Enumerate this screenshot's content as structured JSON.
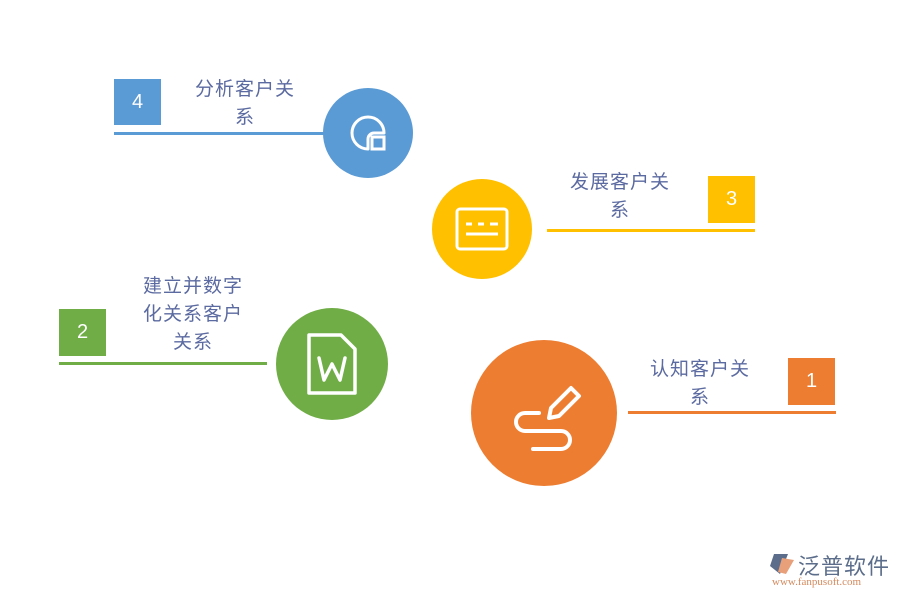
{
  "steps": [
    {
      "number": "1",
      "label_line1": "认知客户关",
      "label_line2": "系",
      "label_line3": "",
      "color": "#ed7d31",
      "icon": "pen-path-icon"
    },
    {
      "number": "2",
      "label_line1": "建立并数字",
      "label_line2": "化关系客户",
      "label_line3": "关系",
      "color": "#70ad47",
      "icon": "word-document-icon"
    },
    {
      "number": "3",
      "label_line1": "发展客户关",
      "label_line2": "系",
      "label_line3": "",
      "color": "#ffc000",
      "icon": "message-card-icon"
    },
    {
      "number": "4",
      "label_line1": "分析客户关",
      "label_line2": "系",
      "label_line3": "",
      "color": "#5b9bd5",
      "icon": "pie-chart-icon"
    }
  ],
  "logo": {
    "name": "泛普软件",
    "url": "www.fanpusoft.com"
  },
  "colors": {
    "text": "#5b6aa0"
  }
}
